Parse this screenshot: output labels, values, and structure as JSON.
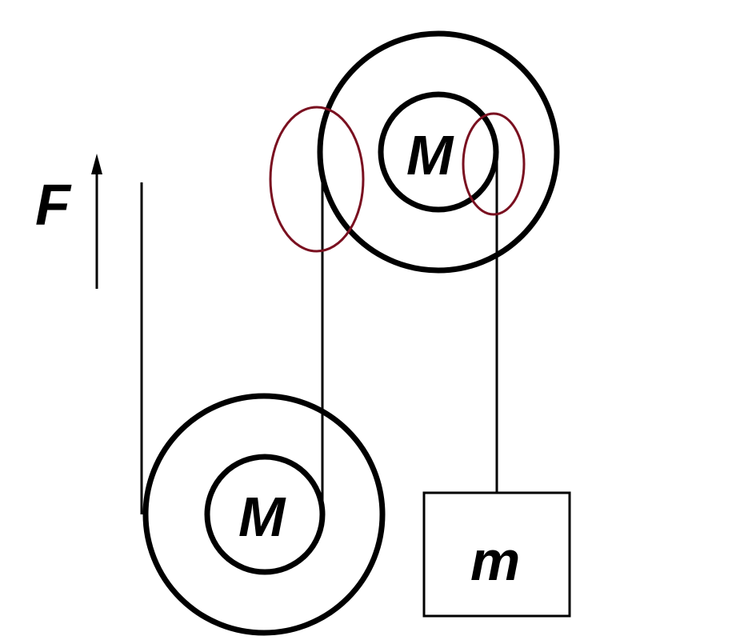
{
  "labels": {
    "force": "F",
    "top_pulley_mass": "M",
    "bottom_pulley_mass": "M",
    "block_mass": "m"
  },
  "colors": {
    "line": "#000000",
    "highlight": "#7a1020"
  }
}
